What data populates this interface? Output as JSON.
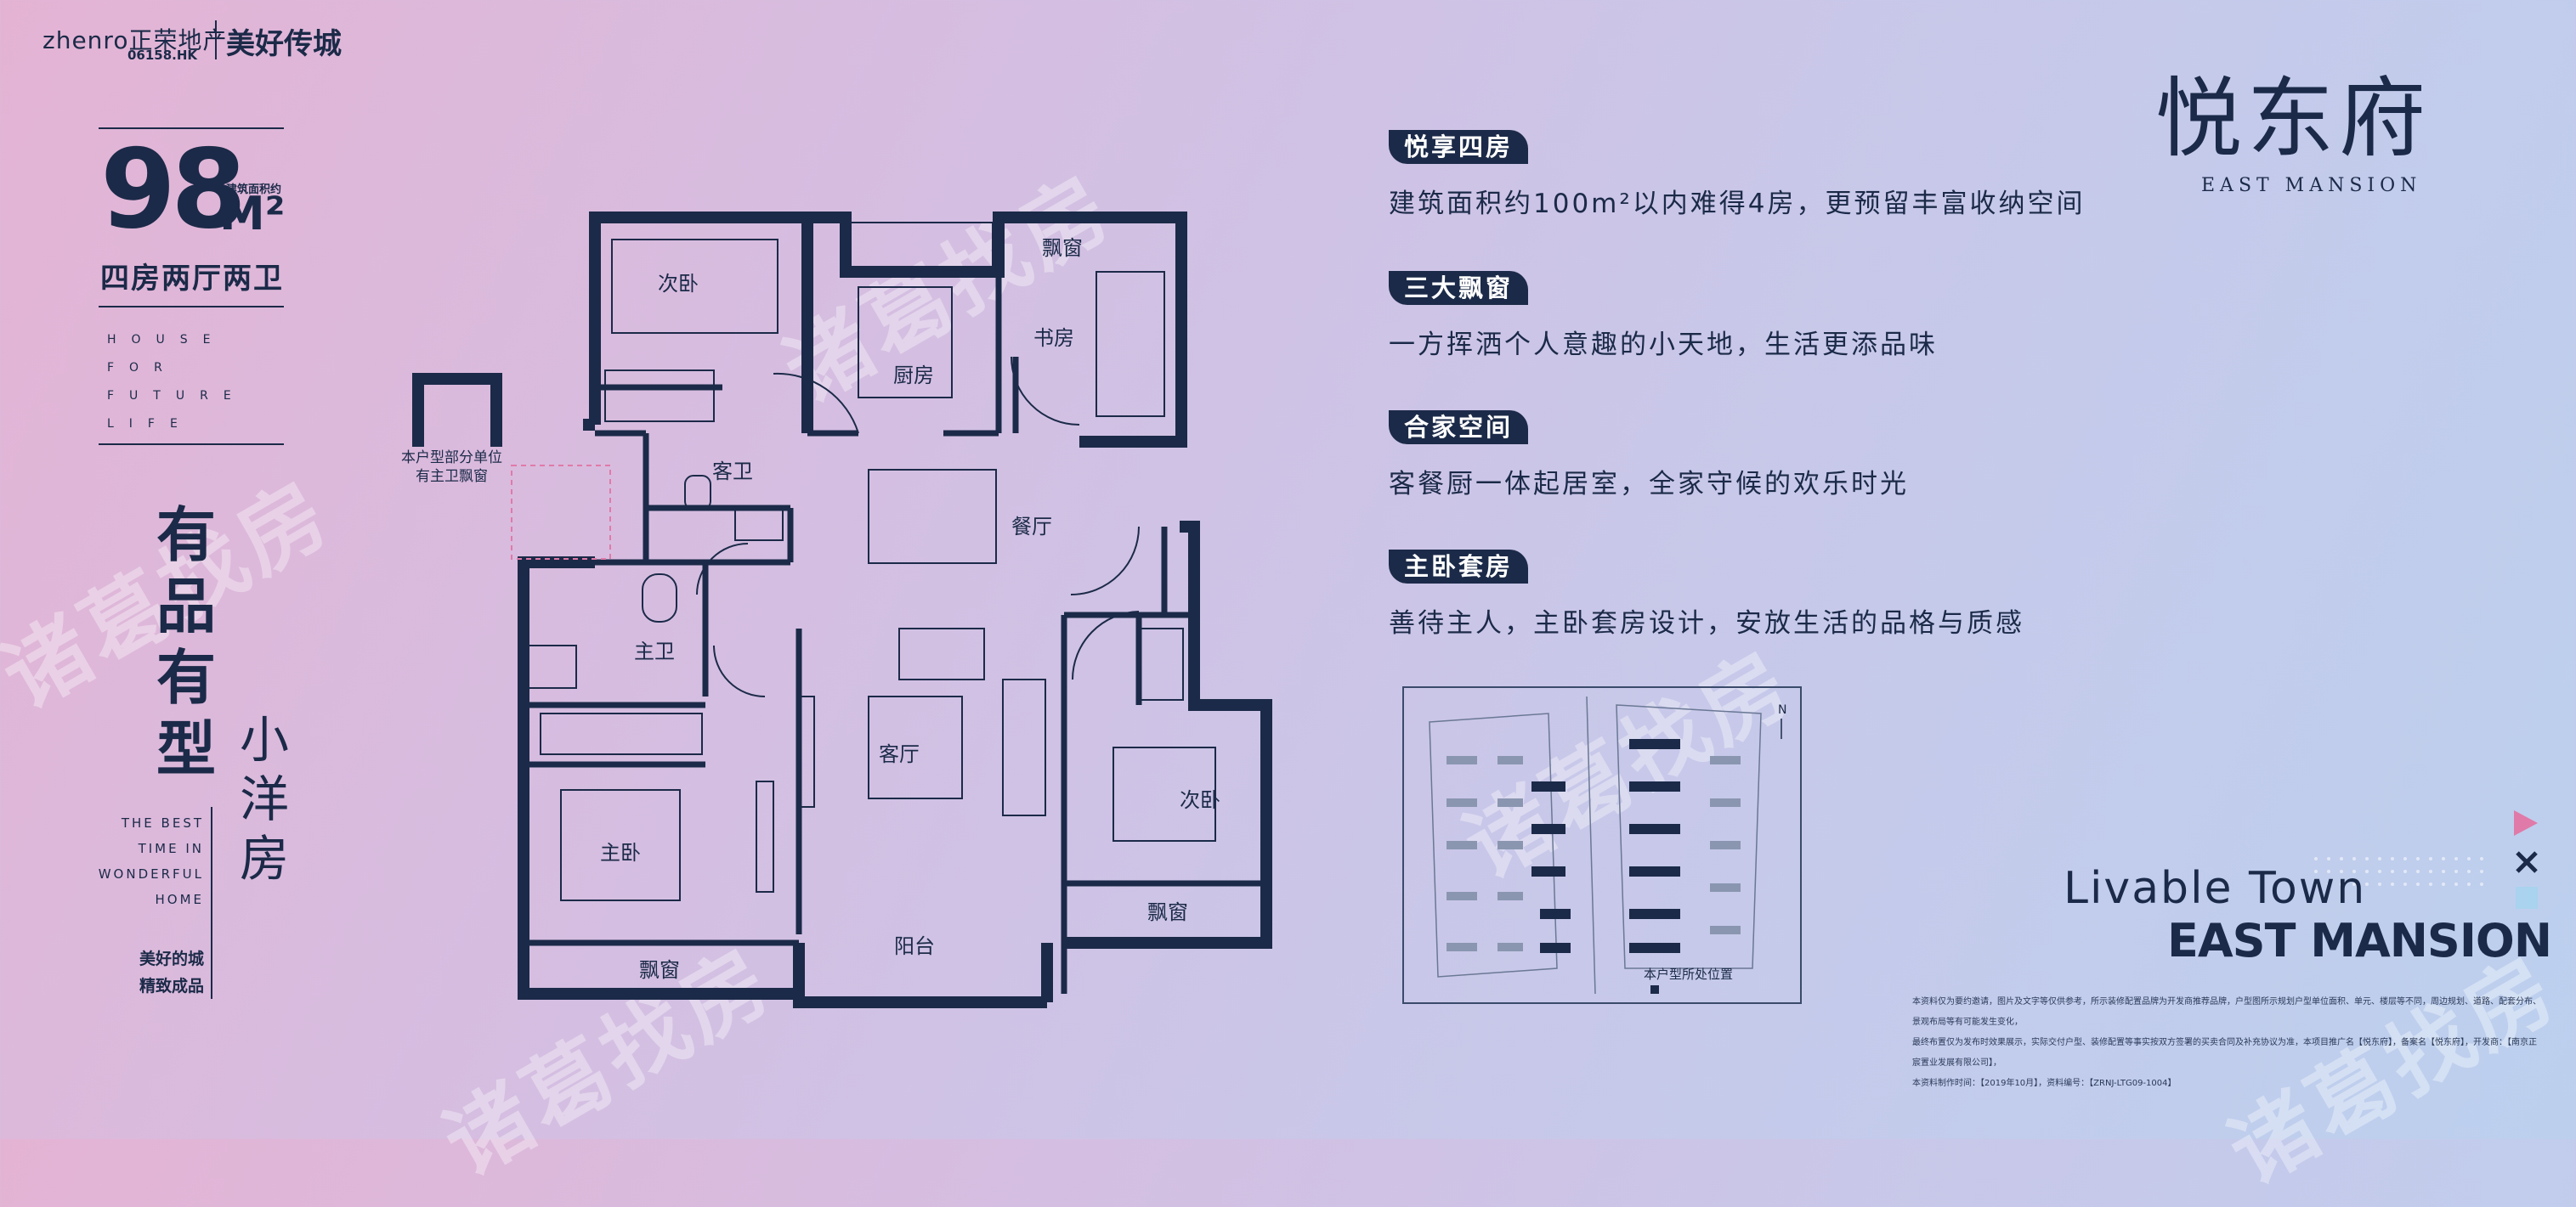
{
  "header": {
    "developer_logo": "zhenro正荣地产",
    "stock_code": "06158.HK",
    "brand": "美好传城"
  },
  "unit": {
    "area_number": "98",
    "area_unit": "M²",
    "area_label": "建筑面积约",
    "layout": "四房两厅两卫",
    "slogan_en": [
      "HOUSE",
      "FOR",
      "FUTURE",
      "LIFE"
    ]
  },
  "tagline": {
    "main": "有品有型",
    "sub": "小洋房",
    "english": [
      "THE BEST",
      "TIME IN",
      "WONDERFUL",
      "HOME"
    ],
    "chinese": [
      "美好的城",
      "精致成品"
    ]
  },
  "project": {
    "title_cn": "悦东府",
    "title_en": "EAST MANSION"
  },
  "features": [
    {
      "badge": "悦享四房",
      "desc": "建筑面积约100m²以内难得4房，更预留丰富收纳空间"
    },
    {
      "badge": "三大飘窗",
      "desc": "一方挥洒个人意趣的小天地，生活更添品味"
    },
    {
      "badge": "合家空间",
      "desc": "客餐厨一体起居室，全家守候的欢乐时光"
    },
    {
      "badge": "主卧套房",
      "desc": "善待主人，主卧套房设计，安放生活的品格与质感"
    }
  ],
  "floorplan": {
    "rooms": {
      "bedroom2_top": "次卧",
      "bay_window_top": "飘窗",
      "kitchen": "厨房",
      "study": "书房",
      "guest_bath": "客卫",
      "dining": "餐厅",
      "master_bath": "主卫",
      "living": "客厅",
      "bedroom2_right": "次卧",
      "master_bedroom": "主卧",
      "bay_window_right": "飘窗",
      "balcony": "阳台",
      "bay_window_bottom": "飘窗"
    },
    "note": [
      "本户型部分单位",
      "有主卫飘窗"
    ]
  },
  "sitemap": {
    "compass": "N",
    "legend": "本户型所处位置"
  },
  "footer": {
    "livable": "Livable Town",
    "east_mansion": "EAST MANSION",
    "disclaimer": [
      "本资料仅为要约邀请，图片及文字等仅供参考，所示装修配置品牌为开发商推荐品牌，户型图所示规划户型单位面积、单元、楼层等不同，周边规划、道路、配套分布、景观布局等有可能发生变化，",
      "最终布置仅为发布时效果展示，实际交付户型、装修配置等事实按双方签署的买卖合同及补充协议为准，本项目推广名【悦东府】，备案名【悦东府】，开发商：【南京正宸置业发展有限公司】，",
      "本资料制作时间：【2019年10月】，资料编号：【ZRNJ-LTG09-1004】"
    ]
  },
  "watermark": "诸葛找房",
  "colors": {
    "navy": "#1b2a48",
    "bg_left": "#e4b3d4",
    "bg_right": "#bcd0ee",
    "accent_pink": "#e07aa8",
    "accent_blue": "#a9d3ee"
  }
}
